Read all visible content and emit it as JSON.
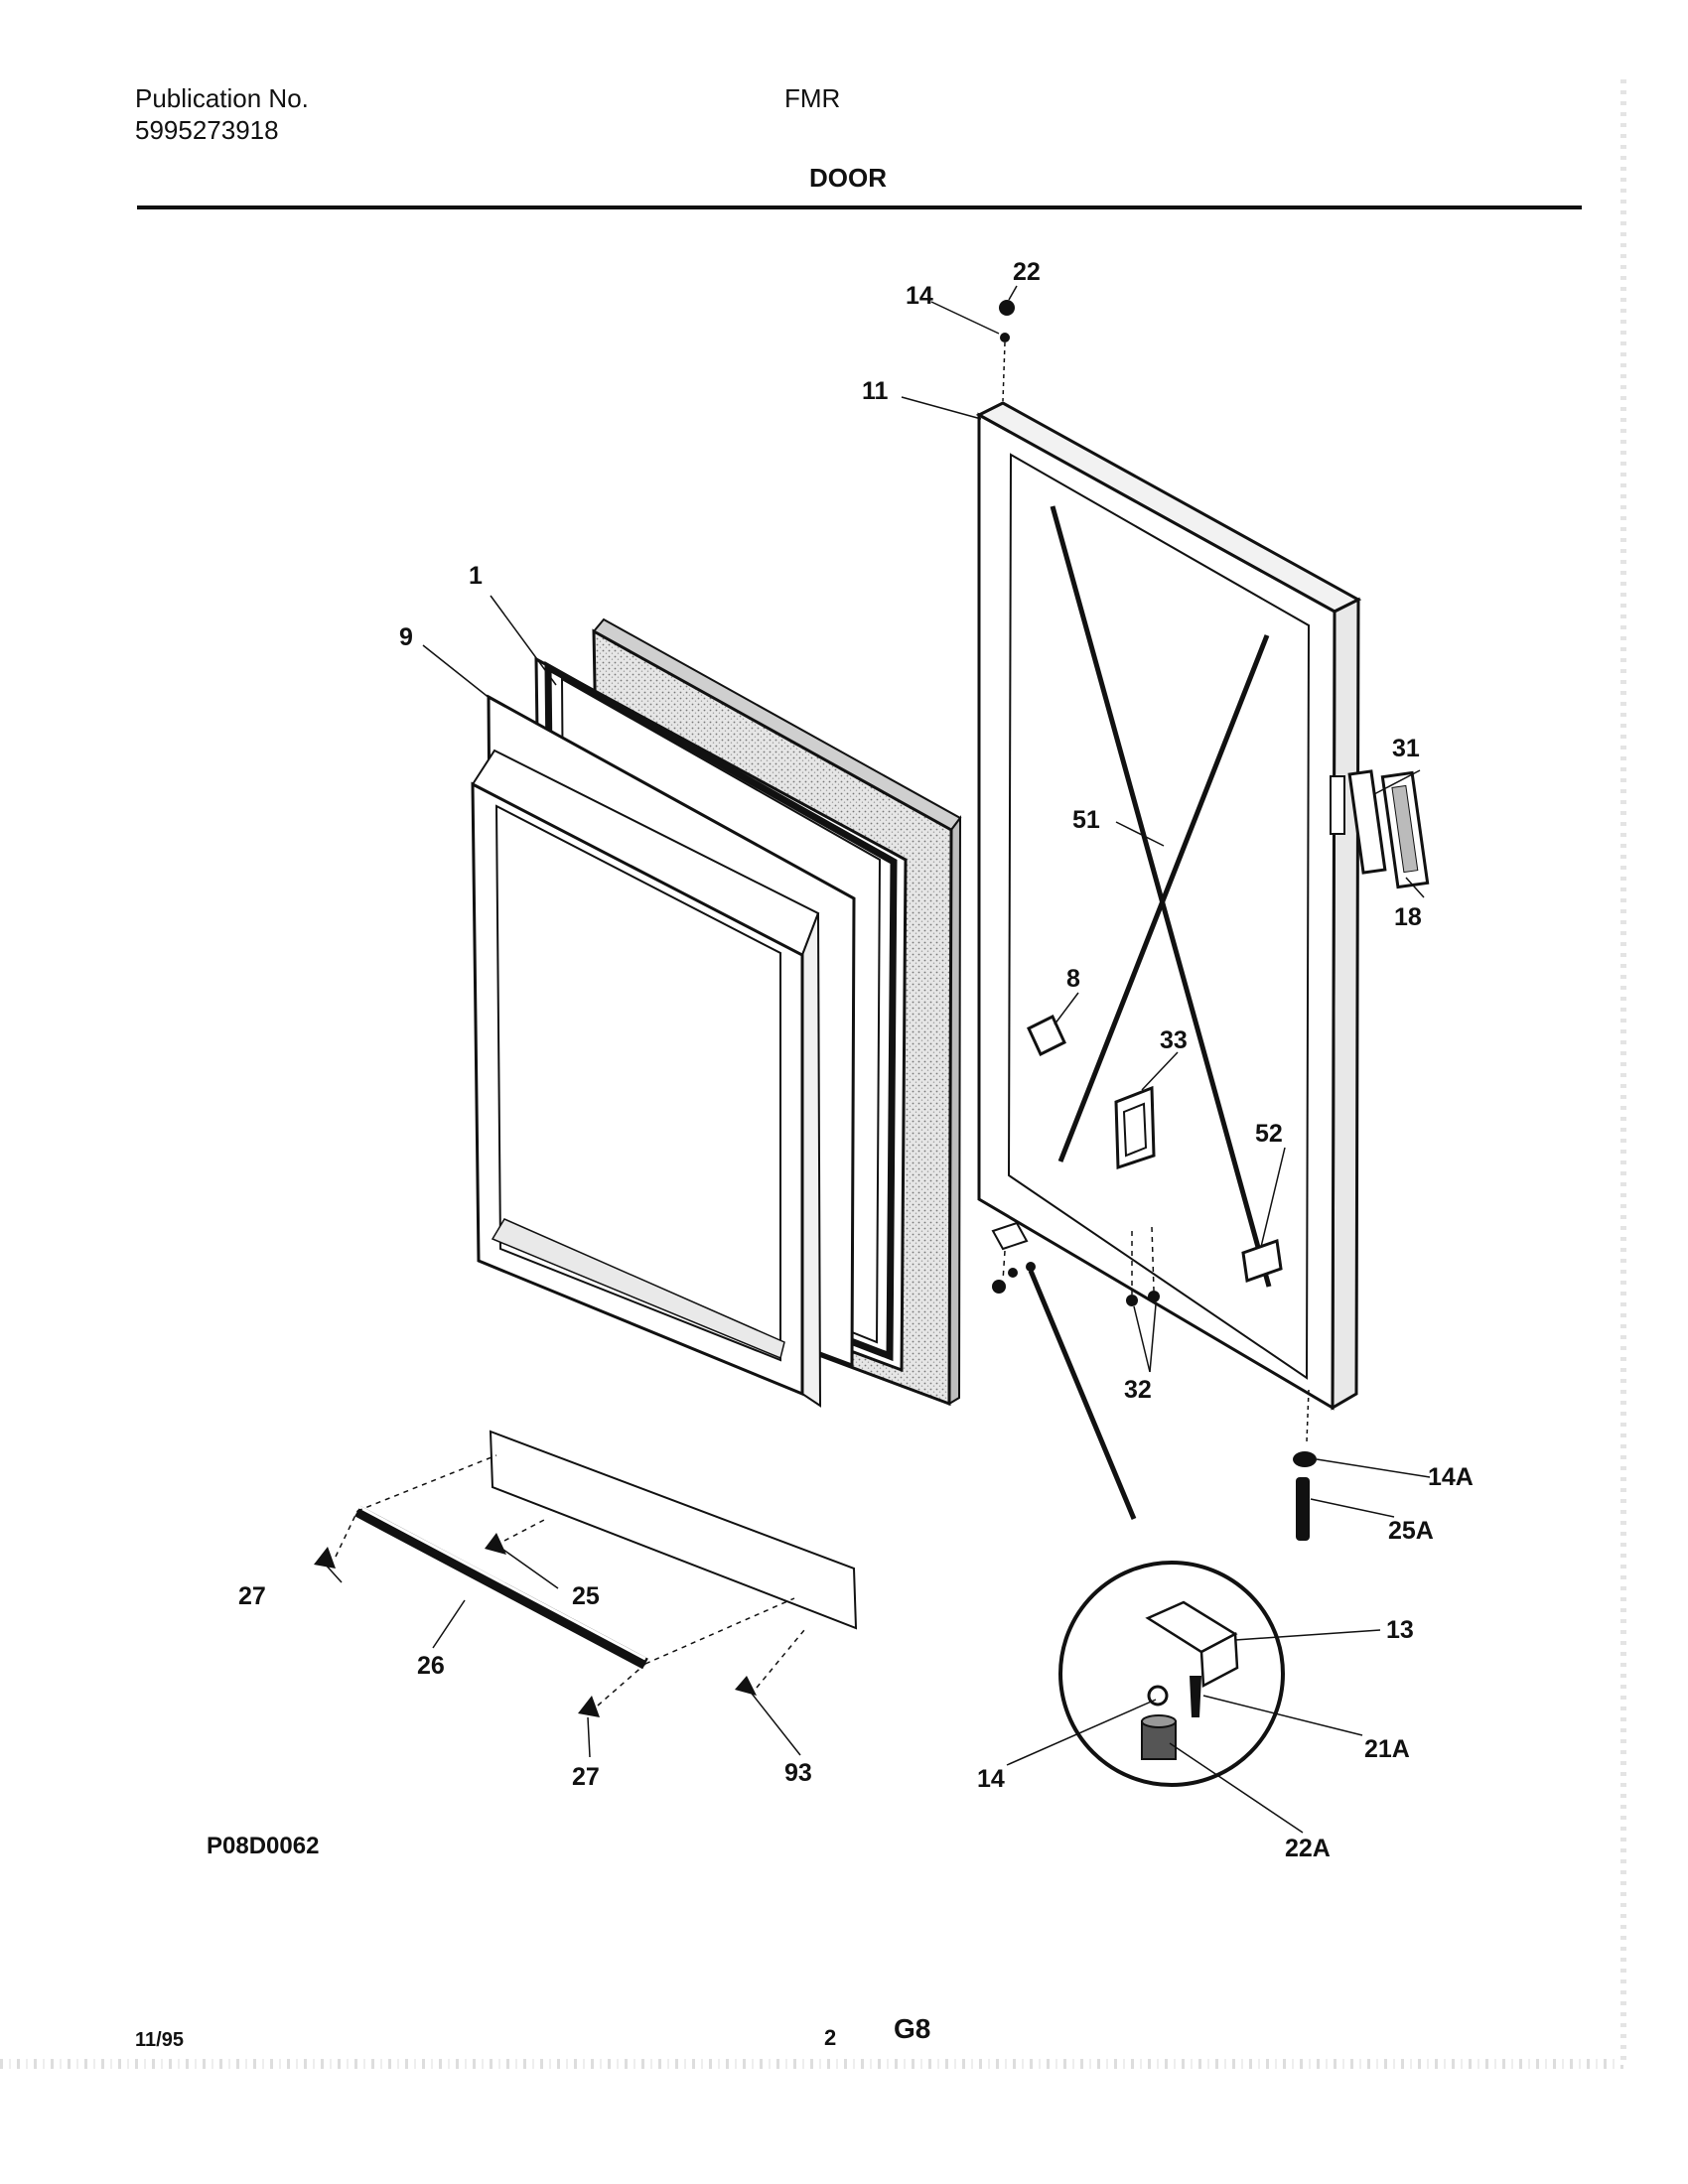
{
  "header": {
    "publication_label": "Publication No.",
    "publication_number": "5995273918",
    "model": "FMR",
    "section_title": "DOOR"
  },
  "callouts": [
    {
      "id": "c22-top",
      "text": "22"
    },
    {
      "id": "c14-top",
      "text": "14"
    },
    {
      "id": "c11",
      "text": "11"
    },
    {
      "id": "c1",
      "text": "1"
    },
    {
      "id": "c9",
      "text": "9"
    },
    {
      "id": "c31",
      "text": "31"
    },
    {
      "id": "c51",
      "text": "51"
    },
    {
      "id": "c18",
      "text": "18"
    },
    {
      "id": "c8",
      "text": "8"
    },
    {
      "id": "c33",
      "text": "33"
    },
    {
      "id": "c52",
      "text": "52"
    },
    {
      "id": "c32",
      "text": "32"
    },
    {
      "id": "c14a",
      "text": "14A"
    },
    {
      "id": "c25a",
      "text": "25A"
    },
    {
      "id": "c27-left",
      "text": "27"
    },
    {
      "id": "c25",
      "text": "25"
    },
    {
      "id": "c26",
      "text": "26"
    },
    {
      "id": "c13",
      "text": "13"
    },
    {
      "id": "c27-bottom",
      "text": "27"
    },
    {
      "id": "c93",
      "text": "93"
    },
    {
      "id": "c21a",
      "text": "21A"
    },
    {
      "id": "c14-detail",
      "text": "14"
    },
    {
      "id": "c22a",
      "text": "22A"
    }
  ],
  "footer": {
    "drawing_code": "P08D0062",
    "date": "11/95",
    "page_number": "2",
    "page_code": "G8"
  }
}
